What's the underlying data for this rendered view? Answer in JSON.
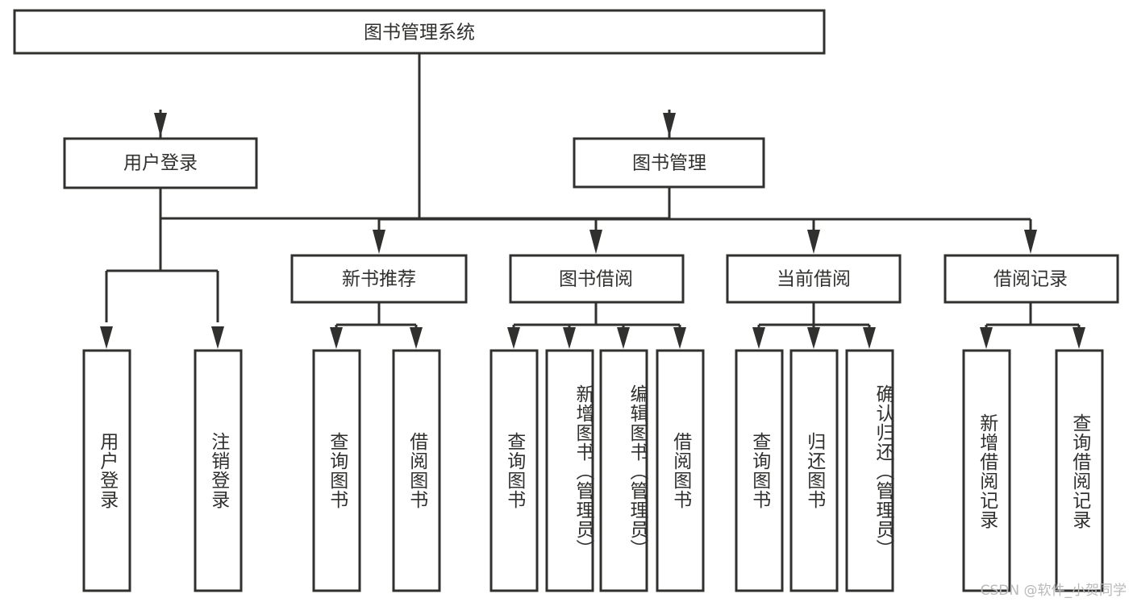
{
  "diagram": {
    "type": "tree-hierarchy",
    "title": "图书管理系统",
    "watermark": "CSDN @软件_小贺同学",
    "colors": {
      "background": "#ffffff",
      "box_fill": "#ffffff",
      "stroke": "#30302f",
      "text": "#30302f",
      "watermark": "#b9b9b9"
    },
    "root": {
      "label": "图书管理系统"
    },
    "level2": [
      {
        "id": "user-login",
        "label": "用户登录"
      },
      {
        "id": "book-manage",
        "label": "图书管理"
      }
    ],
    "level3": [
      {
        "id": "new-book-recommend",
        "label": "新书推荐",
        "parent": "book-manage"
      },
      {
        "id": "book-borrow",
        "label": "图书借阅",
        "parent": "book-manage"
      },
      {
        "id": "current-borrow",
        "label": "当前借阅",
        "parent": "book-manage"
      },
      {
        "id": "borrow-record",
        "label": "借阅记录",
        "parent": "book-manage"
      }
    ],
    "leaves": {
      "user-login": [
        {
          "id": "leaf-user-login",
          "label": "用户登录"
        },
        {
          "id": "leaf-user-logout",
          "label": "注销登录"
        }
      ],
      "new-book-recommend": [
        {
          "id": "leaf-query-book-1",
          "label": "查询图书"
        },
        {
          "id": "leaf-borrow-book-1",
          "label": "借阅图书"
        }
      ],
      "book-borrow": [
        {
          "id": "leaf-query-book-2",
          "label": "查询图书"
        },
        {
          "id": "leaf-add-book",
          "label": "新增图书（管理员）"
        },
        {
          "id": "leaf-edit-book",
          "label": "编辑图书（管理员）"
        },
        {
          "id": "leaf-borrow-book-2",
          "label": "借阅图书"
        }
      ],
      "current-borrow": [
        {
          "id": "leaf-query-book-3",
          "label": "查询图书"
        },
        {
          "id": "leaf-return-book",
          "label": "归还图书"
        },
        {
          "id": "leaf-confirm-return",
          "label": "确认归还（管理员）"
        }
      ],
      "borrow-record": [
        {
          "id": "leaf-add-record",
          "label": "新增借阅记录"
        },
        {
          "id": "leaf-query-record",
          "label": "查询借阅记录"
        }
      ]
    }
  }
}
